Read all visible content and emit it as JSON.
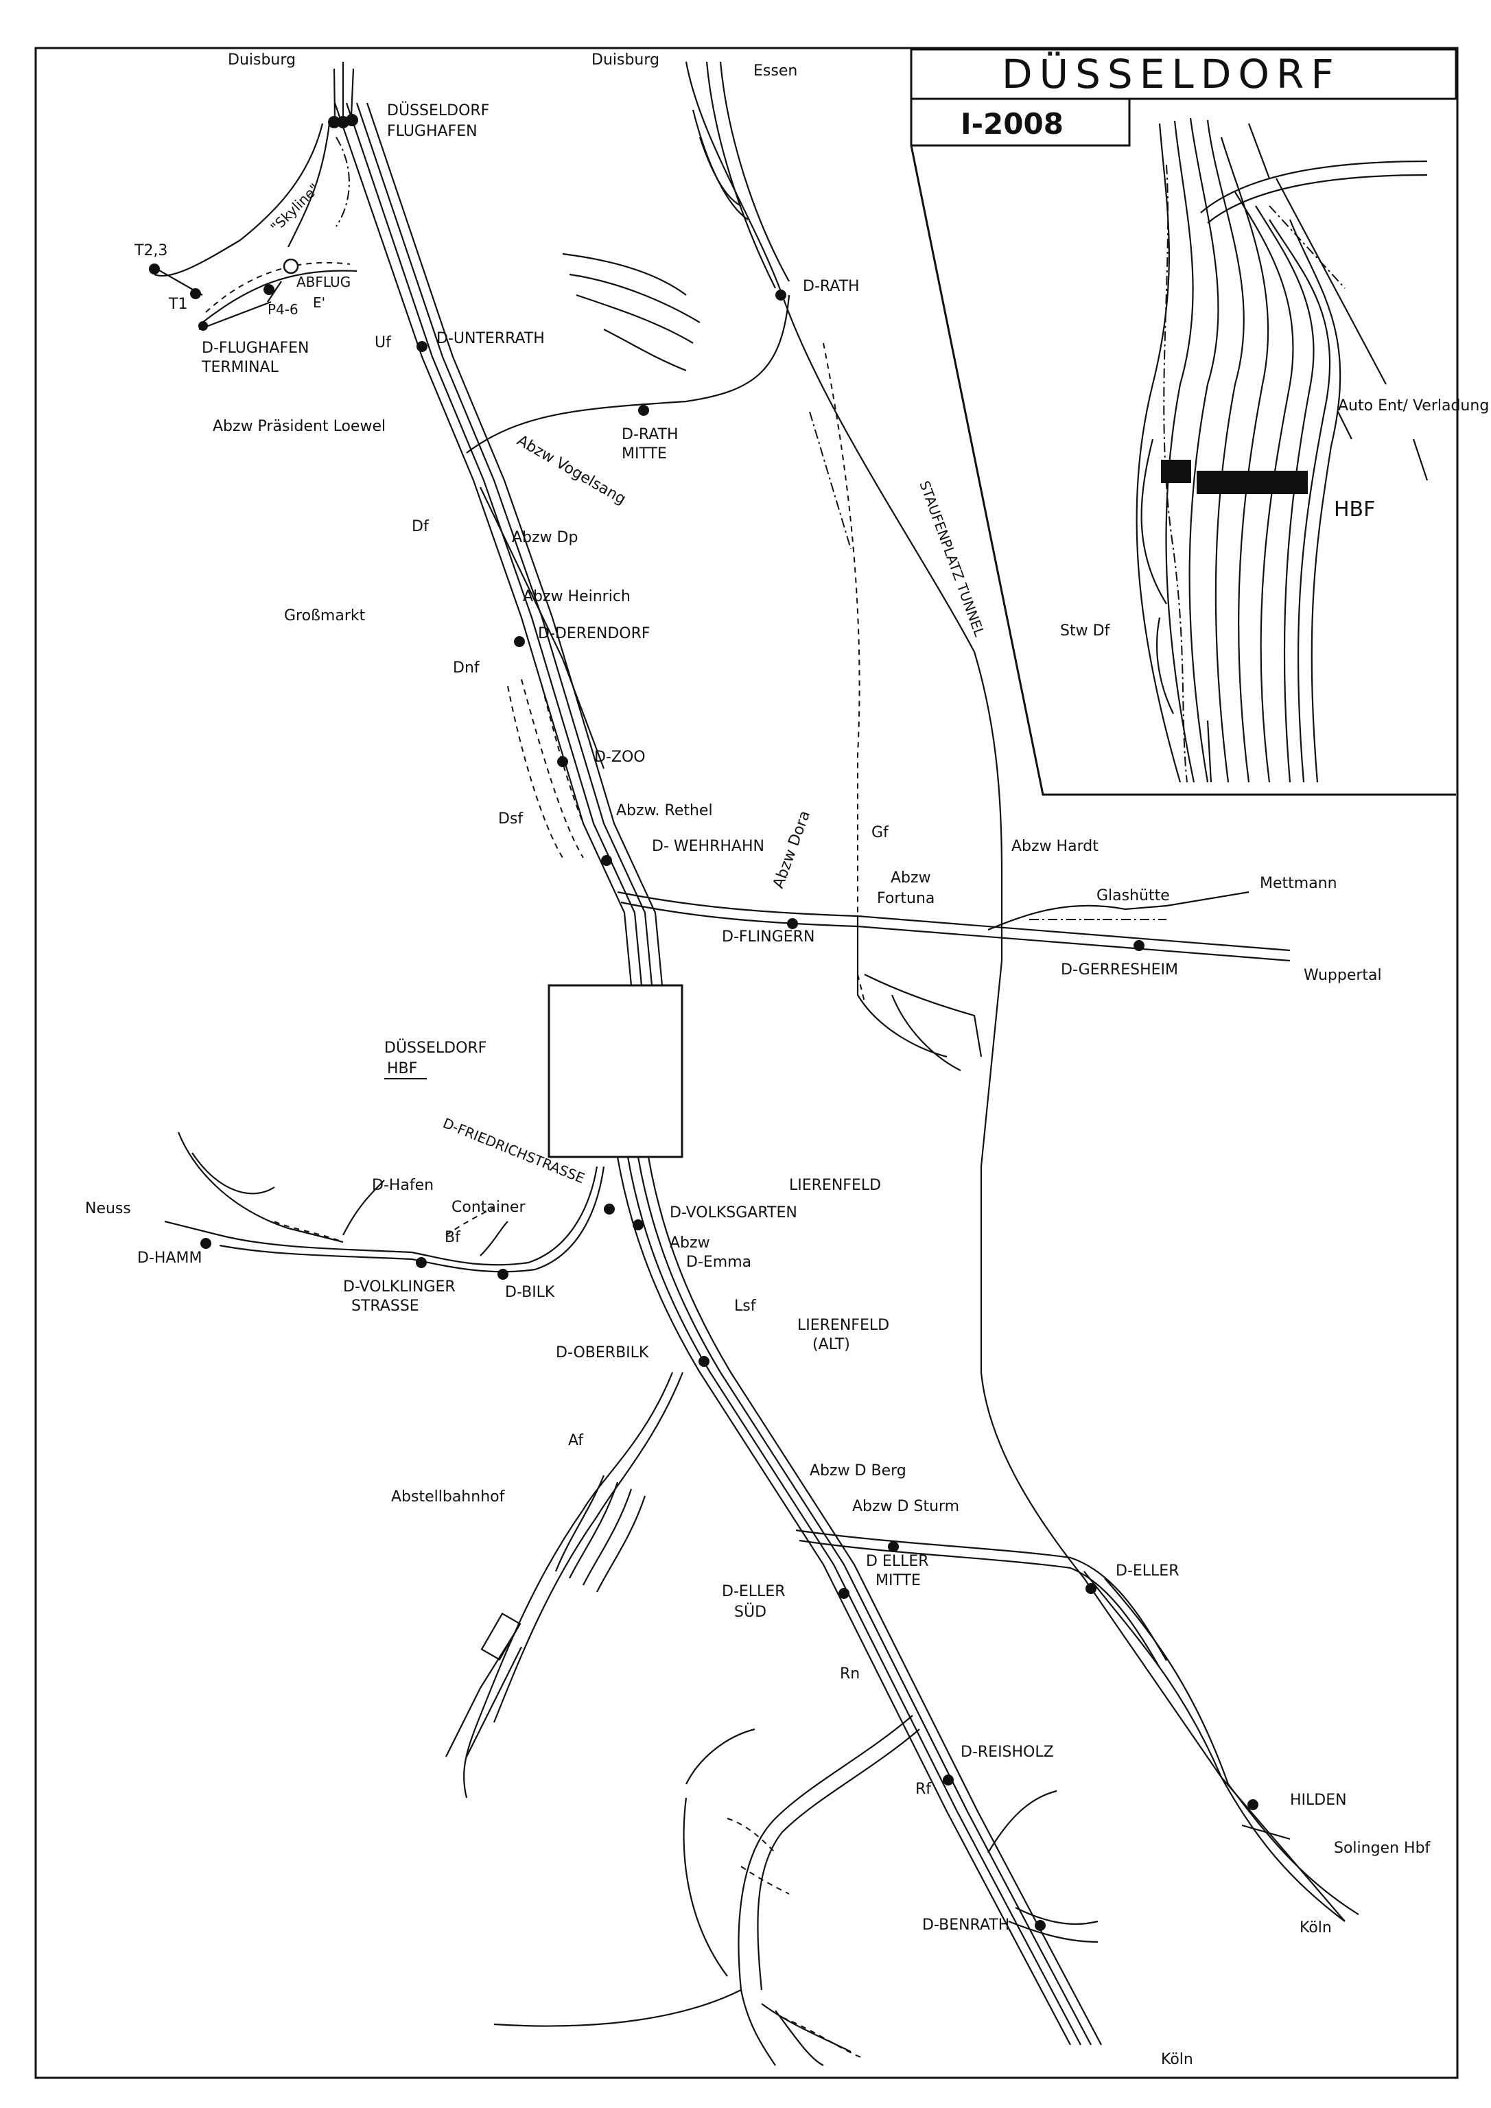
{
  "title": "DÜSSELDORF",
  "date": "I-2008",
  "inset": {
    "labels": {
      "auto": "Auto Ent/ Verladung",
      "hbf": "HBF",
      "stw": "Stw Df"
    }
  },
  "directions": {
    "duisburg_airport": "Duisburg",
    "duisburg_rath": "Duisburg",
    "essen": "Essen",
    "mettmann": "Mettmann",
    "wuppertal": "Wuppertal",
    "neuss": "Neuss",
    "solingen": "Solingen Hbf",
    "koeln_hilden": "Köln",
    "koeln_benrath": "Köln"
  },
  "stations": {
    "flughafen_1": "DÜSSELDORF",
    "flughafen_2": "FLUGHAFEN",
    "t23": "T2,3",
    "t1": "T1",
    "p46": "P4-6",
    "abflug": "ABFLUG",
    "e": "E'",
    "skyline": "\"Skyline\"",
    "terminal_1": "D-FLUGHAFEN",
    "terminal_2": "TERMINAL",
    "unterrath": "D-UNTERRATH",
    "rath": "D-RATH",
    "rath_mitte_1": "D-RATH",
    "rath_mitte_2": "MITTE",
    "derendorf": "D-DERENDORF",
    "zoo": "D-ZOO",
    "wehrhahn": "D- WEHRHAHN",
    "flingern": "D-FLINGERN",
    "gerresheim": "D-GERRESHEIM",
    "glashuette": "Glashütte",
    "hbf_1": "DÜSSELDORF",
    "hbf_2": "HBF",
    "friedrichstrasse": "D-FRIEDRICHSTRASSE",
    "volksgarten": "D-VOLKSGARTEN",
    "hafen": "D-Hafen",
    "container": "Container",
    "hamm": "D-HAMM",
    "voelklinger_1": "D-VOLKLINGER",
    "voelklinger_2": "STRASSE",
    "bilk": "D-BILK",
    "oberbilk": "D-OBERBILK",
    "lierenfeld": "LIERENFELD",
    "lierenfeld_alt_1": "LIERENFELD",
    "lierenfeld_alt_2": "(ALT)",
    "abstellbahnhof": "Abstellbahnhof",
    "eller_mitte_1": "D ELLER",
    "eller_mitte_2": "MITTE",
    "eller": "D-ELLER",
    "eller_sued_1": "D-ELLER",
    "eller_sued_2": "SÜD",
    "reisholz": "D-REISHOLZ",
    "benrath": "D-BENRATH",
    "hilden": "HILDEN",
    "grossmarkt": "Großmarkt"
  },
  "junctions": {
    "praesident": "Abzw Präsident Loewel",
    "vogelsang": "Abzw Vogelsang",
    "dp": "Abzw Dp",
    "heinrich": "Abzw Heinrich",
    "rethel": "Abzw. Rethel",
    "dora": "Abzw Dora",
    "fortuna_1": "Abzw",
    "fortuna_2": "Fortuna",
    "hardt": "Abzw Hardt",
    "emma_1": "Abzw",
    "emma_2": "D-Emma",
    "berg": "Abzw D Berg",
    "sturm": "Abzw D Sturm",
    "staufenplatz": "STAUFENPLATZ TUNNEL"
  },
  "signal_boxes": {
    "uf": "Uf",
    "df": "Df",
    "dnf": "Dnf",
    "dsf": "Dsf",
    "gf": "Gf",
    "bf": "Bf",
    "lsf": "Lsf",
    "af": "Af",
    "rn": "Rn",
    "rf": "Rf"
  },
  "colors": {
    "ink": "#111111",
    "paper": "#ffffff"
  }
}
